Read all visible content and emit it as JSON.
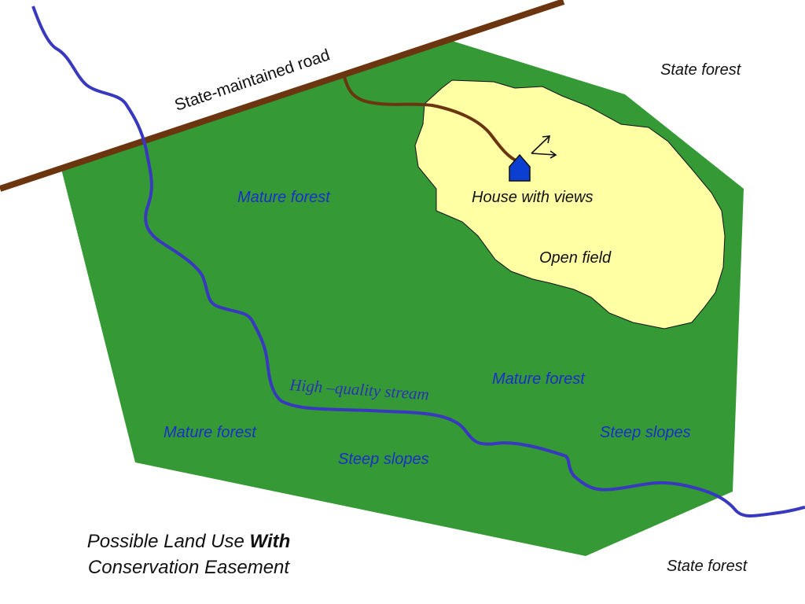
{
  "colors": {
    "forest": "#359a35",
    "field": "#ffffa3",
    "road": "#6b3510",
    "driveway": "#6b3510",
    "stream": "#3939c0",
    "house": "#0a3fd1",
    "label_blue": "#1a2fc8"
  },
  "labels": {
    "road": "State-maintained road",
    "state_forest_top": "State forest",
    "state_forest_bottom": "State forest",
    "mature_forest_1": "Mature forest",
    "mature_forest_2": "Mature forest",
    "mature_forest_3": "Mature forest",
    "house": "House with views",
    "open_field": "Open field",
    "stream": "High –quality stream",
    "steep_slopes_1": "Steep slopes",
    "steep_slopes_2": "Steep slopes"
  },
  "caption": {
    "line1_prefix": "Possible Land Use ",
    "line1_bold": "With",
    "line2": "Conservation Easement"
  },
  "icons": {
    "house": "house-icon",
    "view": "view-arrows-icon"
  }
}
